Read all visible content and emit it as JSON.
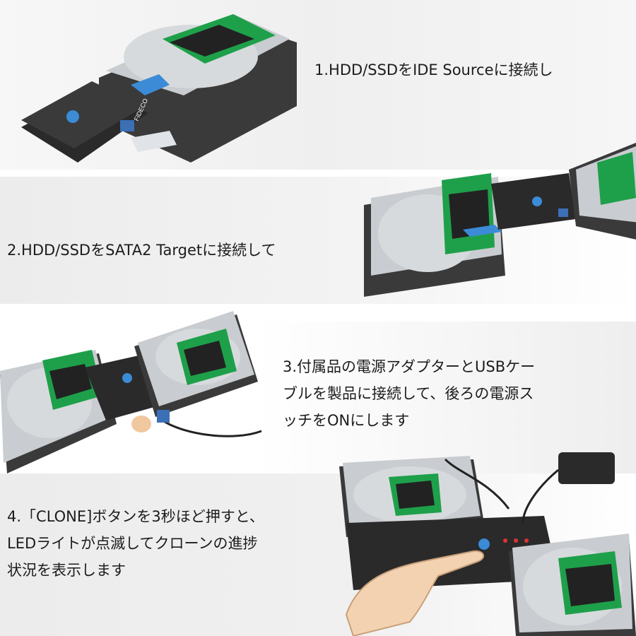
{
  "steps": [
    {
      "lines": [
        "1.HDD/SSDをIDE Sourceに接続し"
      ]
    },
    {
      "lines": [
        "2.HDD/SSDをSATA2 Targetに接続して"
      ]
    },
    {
      "lines": [
        "3.付属品の電源アダプターとUSBケー",
        "ブルを製品に接続して、後ろの電源ス",
        "ッチをONにします"
      ]
    },
    {
      "lines": [
        "4.「CLONE]ボタンを3秒ほど押すと、",
        "LEDライトが点滅してクローンの進捗",
        "状況を表示します"
      ]
    }
  ],
  "device": {
    "brand": "FIDECO"
  },
  "colors": {
    "drive_label": "#1ea04a",
    "device_body": "#2a2a2a",
    "drive_metal": "#c9ccd0"
  }
}
